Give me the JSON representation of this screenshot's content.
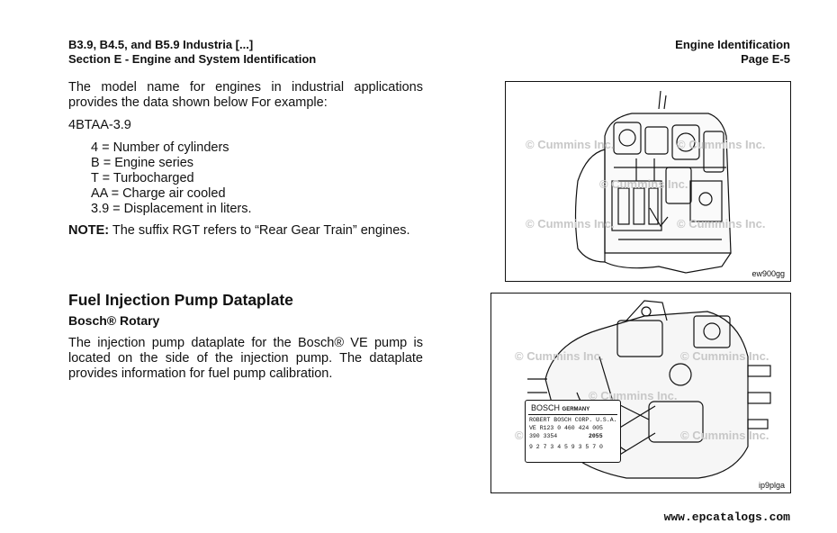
{
  "header": {
    "left_line1": "B3.9, B4.5, and B5.9 Industria [...]",
    "left_line2": "Section E - Engine and System Identification",
    "right_line1": "Engine Identification",
    "right_line2": "Page E-5"
  },
  "intro": {
    "paragraph": "The model name for engines in industrial applications provides the data shown below For example:",
    "model": "4BTAA-3.9",
    "items": [
      "4 = Number of cylinders",
      "B = Engine series",
      "T = Turbocharged",
      "AA = Charge air cooled",
      "3.9 = Displacement in liters."
    ],
    "note_label": "NOTE:",
    "note_text": " The suffix RGT refers to “Rear Gear Train” engines."
  },
  "pump_section": {
    "heading": "Fuel Injection Pump Dataplate",
    "subheading": "Bosch® Rotary",
    "paragraph": "The injection pump dataplate for the Bosch® VE pump is located on the side of the injection pump. The dataplate provides information for fuel pump calibration."
  },
  "figure1": {
    "code": "ew900gg",
    "watermark": "© Cummins Inc."
  },
  "figure2": {
    "code": "ip9plga",
    "watermark": "© Cummins Inc.",
    "plate": {
      "brand": "BOSCH",
      "country": "GERMANY",
      "line1": "ROBERT BOSCH CORP. U.S.A.",
      "line2": "VE R123 0 460 424 005",
      "line3_left": "390 3354",
      "line3_right": "2055",
      "line4": "9 2 7   3 4 5   9 3 5 7 0"
    }
  },
  "footer": {
    "url": "www.epcatalogs.com"
  }
}
